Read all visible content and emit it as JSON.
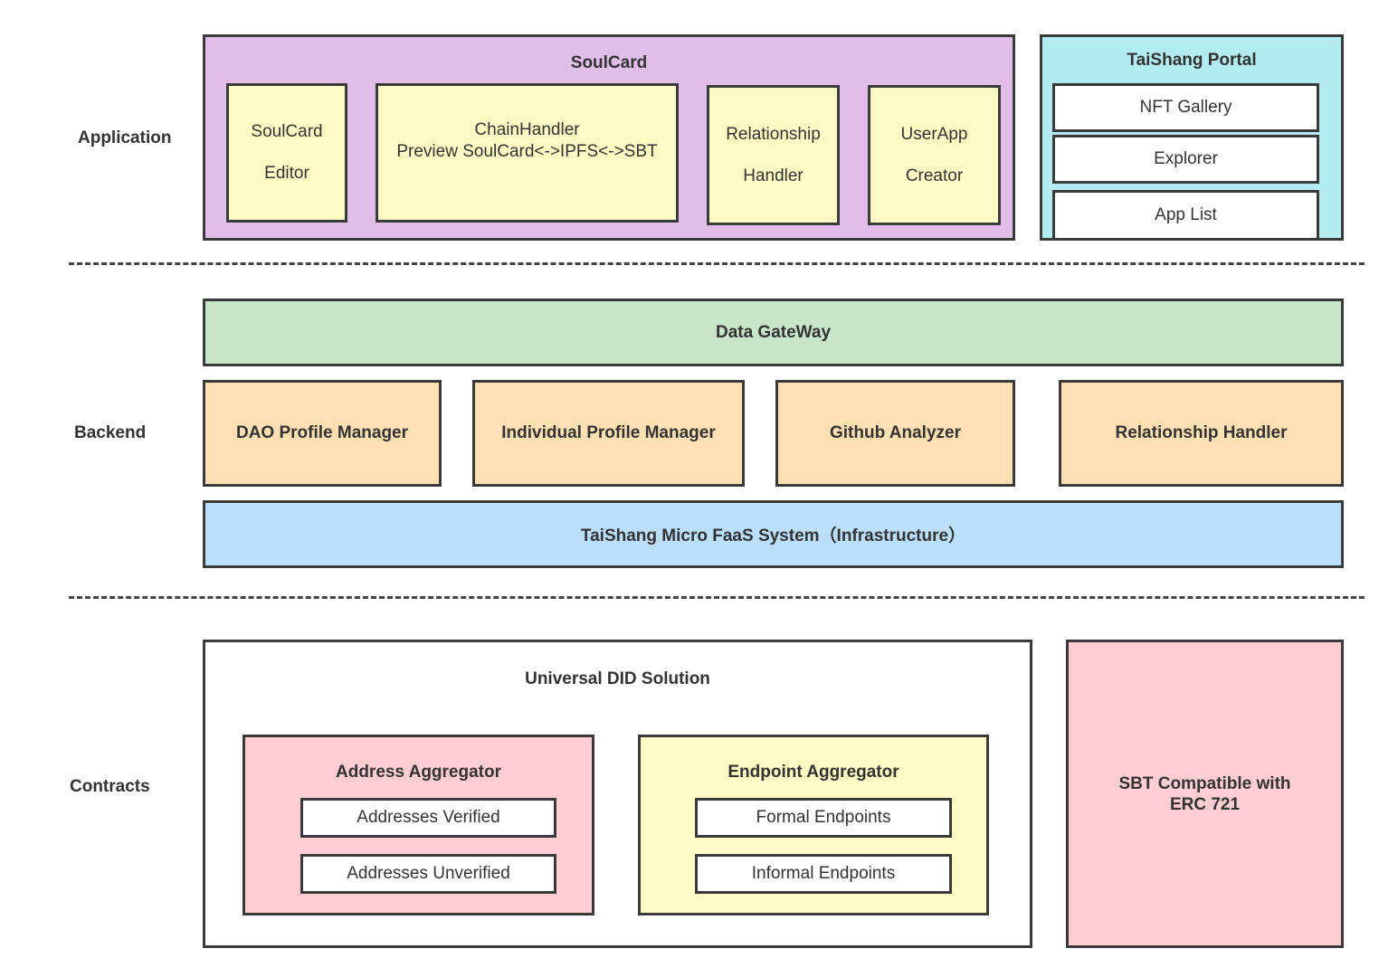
{
  "layers": {
    "application": "Application",
    "backend": "Backend",
    "contracts": "Contracts"
  },
  "soulcard": {
    "title": "SoulCard",
    "editor": [
      "SoulCard",
      "Editor"
    ],
    "chain_handler": [
      "ChainHandler",
      "Preview SoulCard<->IPFS<->SBT"
    ],
    "relationship_handler": [
      "Relationship",
      "Handler"
    ],
    "userapp_creator": [
      "UserApp",
      "Creator"
    ]
  },
  "portal": {
    "title": "TaiShang Portal",
    "items": [
      "NFT Gallery",
      "Explorer",
      "App List"
    ]
  },
  "backend": {
    "gateway": "Data GateWay",
    "modules": [
      "DAO Profile Manager",
      "Individual Profile Manager",
      "Github Analyzer",
      "Relationship Handler"
    ],
    "faas": "TaiShang Micro FaaS System（Infrastructure）"
  },
  "contracts": {
    "did": {
      "title": "Universal DID Solution",
      "address_aggregator": {
        "title": "Address Aggregator",
        "items": [
          "Addresses Verified",
          "Addresses Unverified"
        ]
      },
      "endpoint_aggregator": {
        "title": "Endpoint Aggregator",
        "items": [
          "Formal Endpoints",
          "Informal Endpoints"
        ]
      }
    },
    "sbt": [
      "SBT Compatible with",
      "ERC 721"
    ]
  },
  "colors": {
    "application_bg": "#e1bee7",
    "portal_bg": "#b2ebf2",
    "module_bg": "#fff9c4",
    "gateway_bg": "#c8e6c9",
    "backend_module_bg": "#ffe0b2",
    "faas_bg": "#bbdefb",
    "pink_bg": "#ffcdd2",
    "border": "#3a3a3a"
  }
}
